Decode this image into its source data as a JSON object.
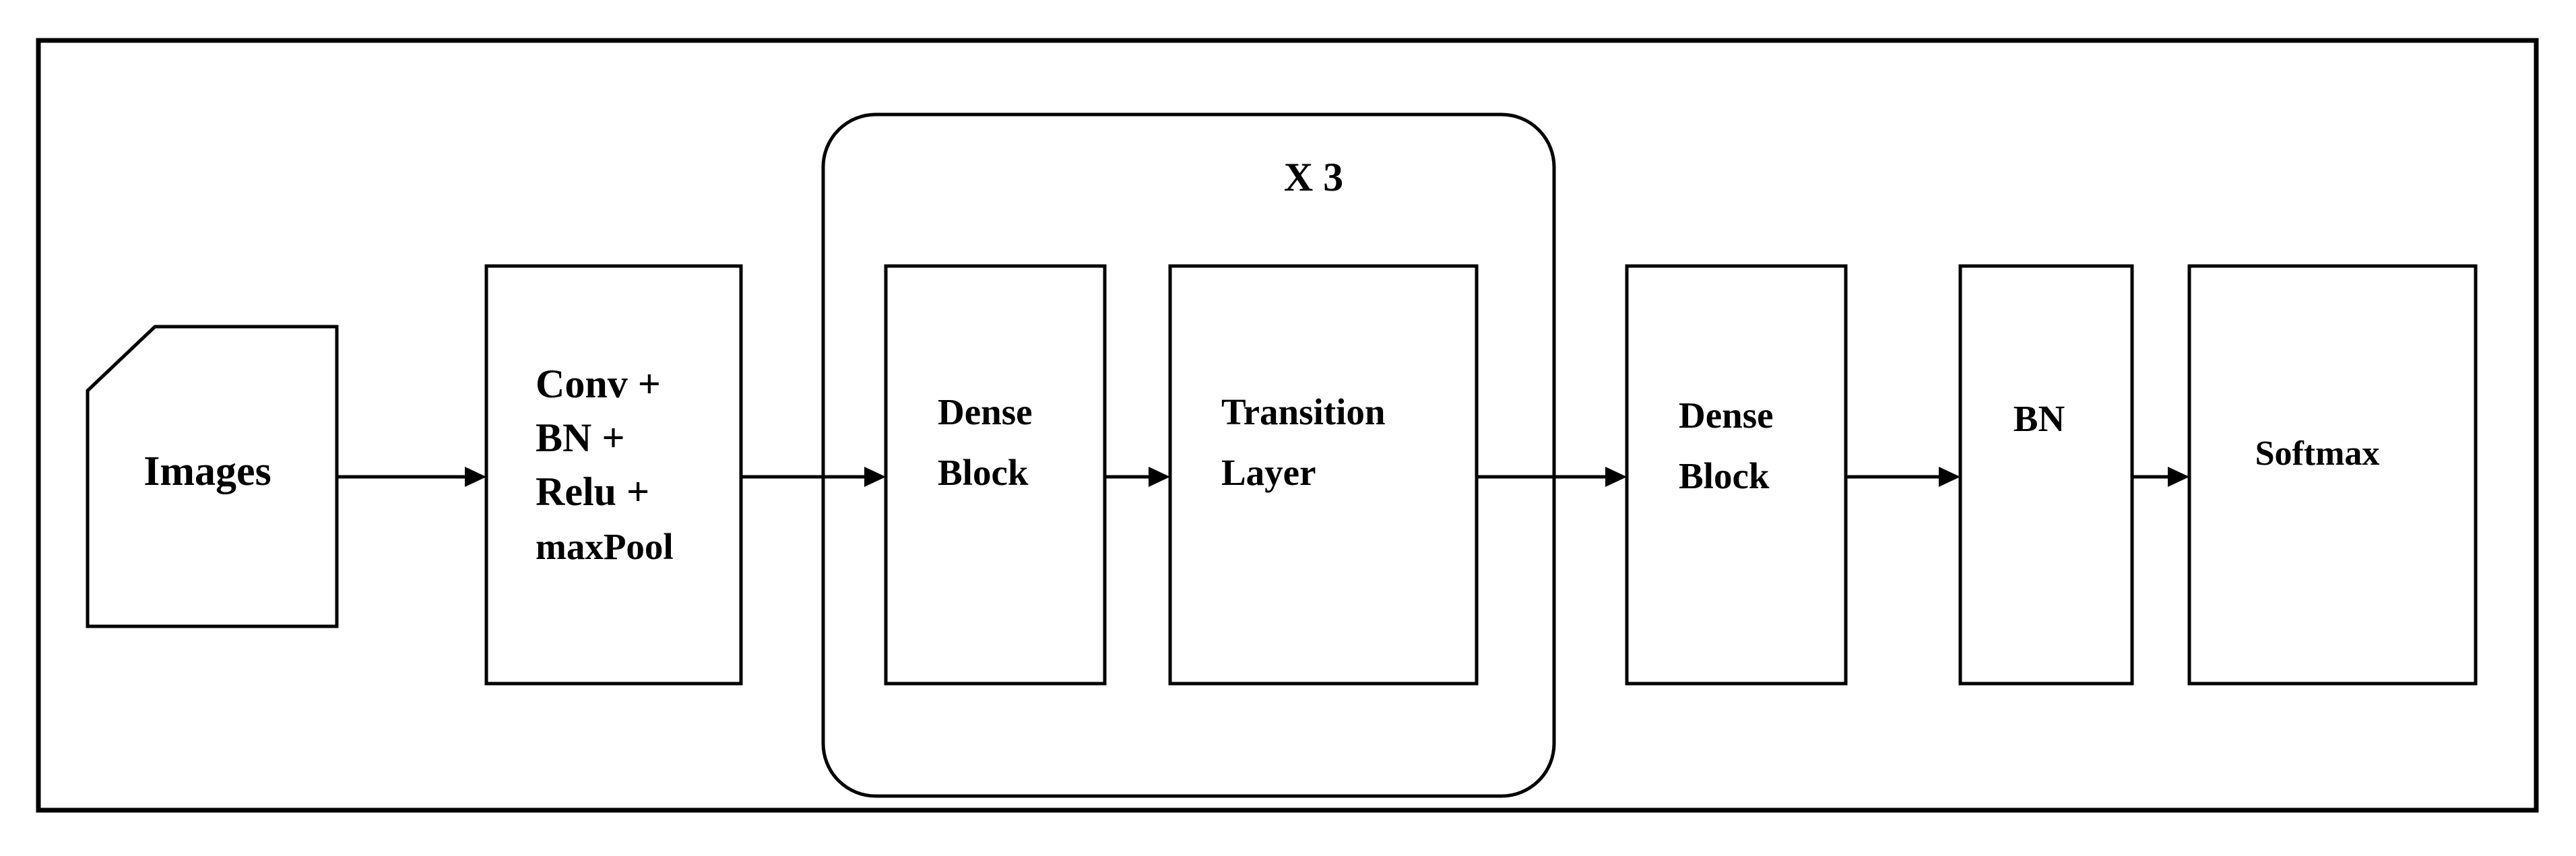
{
  "nodes": {
    "images": {
      "lines": [
        "Images"
      ]
    },
    "conv": {
      "lines": [
        "Conv +",
        "BN +",
        "Relu +",
        "maxPool"
      ]
    },
    "repeat_label": "X 3",
    "dense1": {
      "lines": [
        "Dense",
        "Block"
      ]
    },
    "transition": {
      "lines": [
        "Transition",
        "Layer"
      ]
    },
    "dense2": {
      "lines": [
        "Dense",
        "Block"
      ]
    },
    "bn": {
      "lines": [
        "BN"
      ]
    },
    "softmax": {
      "lines": [
        "Softmax"
      ]
    }
  },
  "edges": [
    {
      "from": "images",
      "to": "conv"
    },
    {
      "from": "conv",
      "to": "dense1"
    },
    {
      "from": "dense1",
      "to": "transition"
    },
    {
      "from": "transition",
      "to": "dense2"
    },
    {
      "from": "dense2",
      "to": "bn"
    },
    {
      "from": "bn",
      "to": "softmax"
    }
  ]
}
